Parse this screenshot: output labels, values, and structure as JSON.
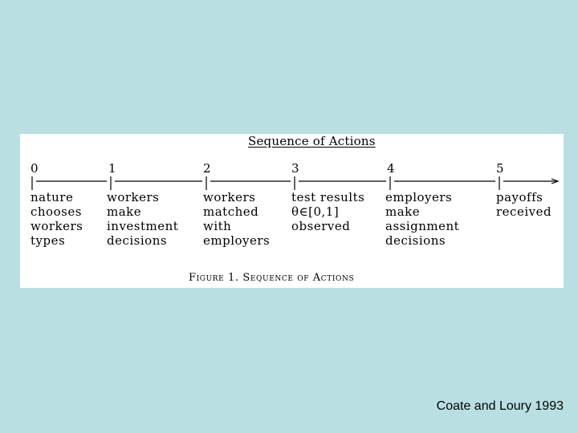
{
  "figure": {
    "title": "Sequence of Actions",
    "caption": "Figure 1. Sequence of Actions",
    "steps": [
      {
        "number": "0",
        "label": "nature\nchooses\nworkers\ntypes"
      },
      {
        "number": "1",
        "label": "workers\nmake\ninvestment\ndecisions"
      },
      {
        "number": "2",
        "label": "workers\nmatched\nwith\nemployers"
      },
      {
        "number": "3",
        "label": "test results\nθ∈[0,1]\nobserved"
      },
      {
        "number": "4",
        "label": "employers\nmake\nassignment\ndecisions"
      },
      {
        "number": "5",
        "label": "payoffs\nreceived"
      }
    ]
  },
  "source_note": "Coate and Loury 1993"
}
